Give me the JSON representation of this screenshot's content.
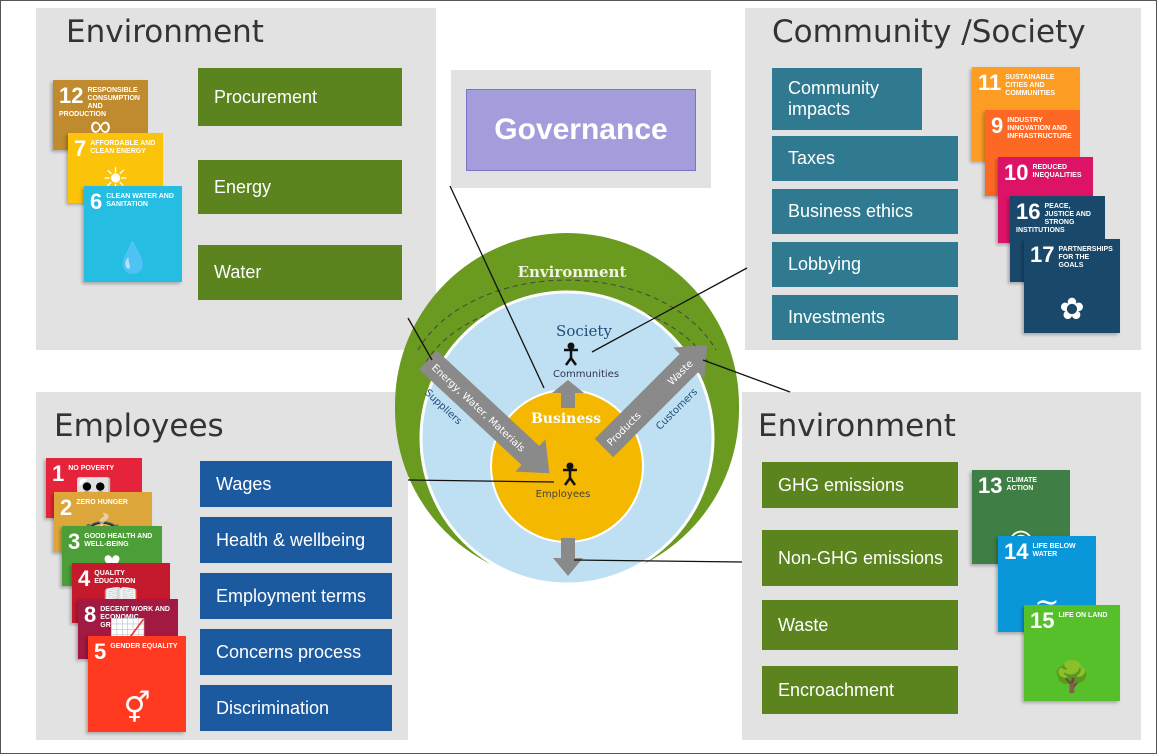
{
  "env_top": {
    "title": "Environment",
    "boxes": [
      "Procurement",
      "Energy",
      "Water"
    ],
    "sdgs": [
      {
        "num": "12",
        "label": "Responsible consumption and production",
        "color": "#bf8b2e",
        "icon": "recycle-icon"
      },
      {
        "num": "7",
        "label": "Affordable and clean energy",
        "color": "#fcc30b",
        "icon": "sun-icon"
      },
      {
        "num": "6",
        "label": "Clean water and sanitation",
        "color": "#26bde2",
        "icon": "water-drop-icon"
      }
    ]
  },
  "governance": {
    "label": "Governance"
  },
  "community": {
    "title": "Community /Society",
    "boxes": [
      "Community impacts",
      "Taxes",
      "Business ethics",
      "Lobbying",
      "Investments"
    ],
    "sdgs": [
      {
        "num": "11",
        "label": "Sustainable cities and communities",
        "color": "#fd9d24",
        "icon": "city-icon"
      },
      {
        "num": "9",
        "label": "Industry innovation and infrastructure",
        "color": "#fd6925",
        "icon": "cubes-icon"
      },
      {
        "num": "10",
        "label": "Reduced inequalities",
        "color": "#dd1367",
        "icon": "equality-icon"
      },
      {
        "num": "16",
        "label": "Peace, justice and strong institutions",
        "color": "#19486a",
        "icon": "dove-icon"
      },
      {
        "num": "17",
        "label": "Partnerships for the goals",
        "color": "#19486a",
        "icon": "flower-icon"
      }
    ]
  },
  "employees": {
    "title": "Employees",
    "boxes": [
      "Wages",
      "Health & wellbeing",
      "Employment terms",
      "Concerns process",
      "Discrimination"
    ],
    "sdgs": [
      {
        "num": "1",
        "label": "No poverty",
        "color": "#e5243b",
        "icon": "family-icon"
      },
      {
        "num": "2",
        "label": "Zero hunger",
        "color": "#dda63a",
        "icon": "bowl-icon"
      },
      {
        "num": "3",
        "label": "Good health and well-being",
        "color": "#4c9f38",
        "icon": "heartbeat-icon"
      },
      {
        "num": "4",
        "label": "Quality education",
        "color": "#c5192d",
        "icon": "book-icon"
      },
      {
        "num": "8",
        "label": "Decent work and economic growth",
        "color": "#a21942",
        "icon": "growth-chart-icon"
      },
      {
        "num": "5",
        "label": "Gender equality",
        "color": "#ff3a21",
        "icon": "gender-equality-icon"
      }
    ]
  },
  "env_bottom": {
    "title": "Environment",
    "boxes": [
      "GHG emissions",
      "Non-GHG emissions",
      "Waste",
      "Encroachment"
    ],
    "sdgs": [
      {
        "num": "13",
        "label": "Climate action",
        "color": "#3f7e44",
        "icon": "eye-globe-icon"
      },
      {
        "num": "14",
        "label": "Life below water",
        "color": "#0a97d9",
        "icon": "fish-icon"
      },
      {
        "num": "15",
        "label": "Life on land",
        "color": "#56c02b",
        "icon": "tree-icon"
      }
    ]
  },
  "center": {
    "environment": "Environment",
    "society": "Society",
    "communities": "Communities",
    "business": "Business",
    "employees": "Employees",
    "arrow_in_1": "Energy, Water, Materials",
    "arrow_in_2": "Suppliers",
    "arrow_out_1": "Products",
    "arrow_out_2": "Waste",
    "arrow_out_3": "Customers",
    "colors": {
      "outer": "#6a9a1f",
      "middle": "#bfe0f2",
      "inner": "#f5b800",
      "arrow": "#8a8a8a"
    }
  }
}
